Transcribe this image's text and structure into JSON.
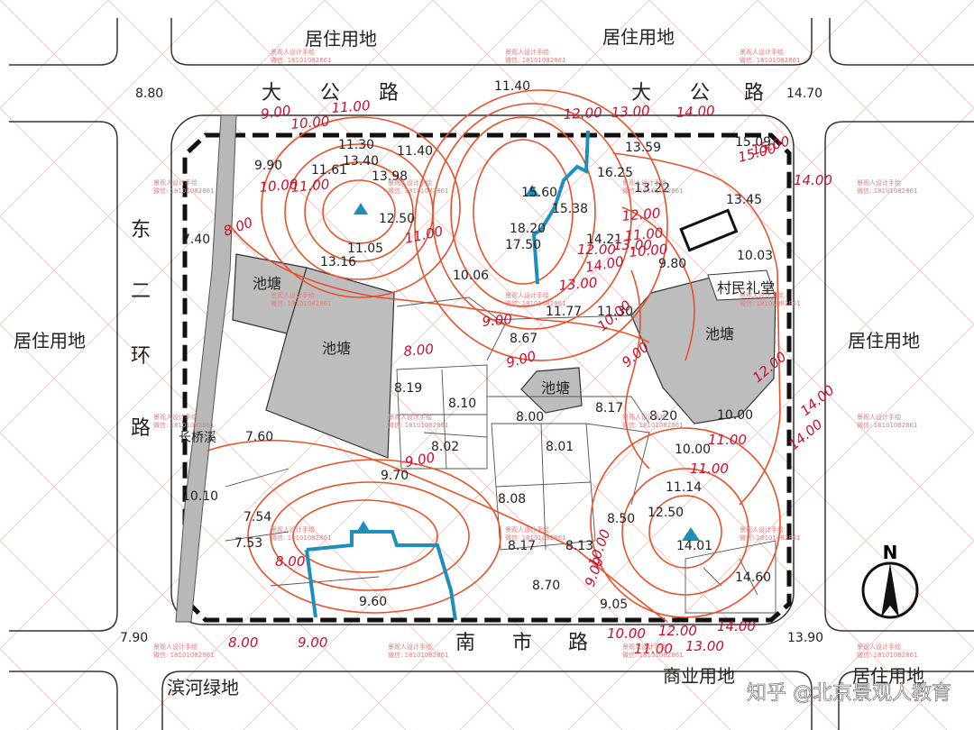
{
  "map": {
    "compass": {
      "label": "N"
    },
    "land_use": [
      {
        "id": "top-left",
        "text": "居住用地"
      },
      {
        "id": "top-right",
        "text": "居住用地"
      },
      {
        "id": "left",
        "text": "居住用地"
      },
      {
        "id": "right",
        "text": "居住用地"
      },
      {
        "id": "bottom-left",
        "text": "滨河绿地"
      },
      {
        "id": "bottom-mid",
        "text": "商业用地"
      },
      {
        "id": "bottom-right",
        "text": "居住用地"
      }
    ],
    "roads": {
      "north": [
        "大",
        "公",
        "路",
        "大",
        "公",
        "路"
      ],
      "west": [
        "东",
        "二",
        "环",
        "路"
      ],
      "south": [
        "南",
        "市",
        "路"
      ]
    },
    "corner_elevations": [
      "8.80",
      "11.40",
      "14.70",
      "7.90",
      "13.90"
    ],
    "ponds": [
      "池塘",
      "池塘",
      "池塘",
      "池塘"
    ],
    "features": {
      "village_hall": "村民礼堂",
      "creek": "长桥溪"
    },
    "elevations": [
      "11.30",
      "11.40",
      "9.90",
      "11.61",
      "13.40",
      "13.98",
      "12.50",
      "11.05",
      "13.16",
      "7.40",
      "15.60",
      "15.38",
      "16.25",
      "13.59",
      "15.09",
      "13.22",
      "13.45",
      "18.20",
      "17.50",
      "14.21",
      "10.06",
      "10.03",
      "9.80",
      "11.77",
      "11.30",
      "8.67",
      "8.19",
      "8.10",
      "8.00",
      "8.17",
      "8.20",
      "10.00",
      "7.60",
      "8.02",
      "8.01",
      "10.00",
      "9.70",
      "10.10",
      "7.54",
      "7.53",
      "8.08",
      "8.50",
      "12.50",
      "11.14",
      "8.17",
      "8.13",
      "14.01",
      "14.60",
      "9.60",
      "8.70",
      "9.05"
    ],
    "contour_labels": [
      "9.00",
      "10.00",
      "11.00",
      "12.00",
      "13.00",
      "14.00",
      "15.00",
      "14.00",
      "10.00",
      "11.00",
      "8.00",
      "11.00",
      "12.00",
      "13.00",
      "14.00",
      "12.00",
      "13.00",
      "11.00",
      "10.00",
      "9.00",
      "8.00",
      "9.00",
      "10.00",
      "9.00",
      "11.00",
      "14.00",
      "11.00",
      "9.00",
      "8.00",
      "9.00",
      "10.00",
      "11.00",
      "12.00",
      "13.00",
      "14.00",
      "8.00",
      "9.00",
      "10.00",
      "14.00",
      "12.00",
      "15.00"
    ],
    "watermark": {
      "line1": "景观人设计手绘",
      "line2": "微信: 18101082861"
    },
    "credit": "知乎 @北京景观人教育"
  }
}
